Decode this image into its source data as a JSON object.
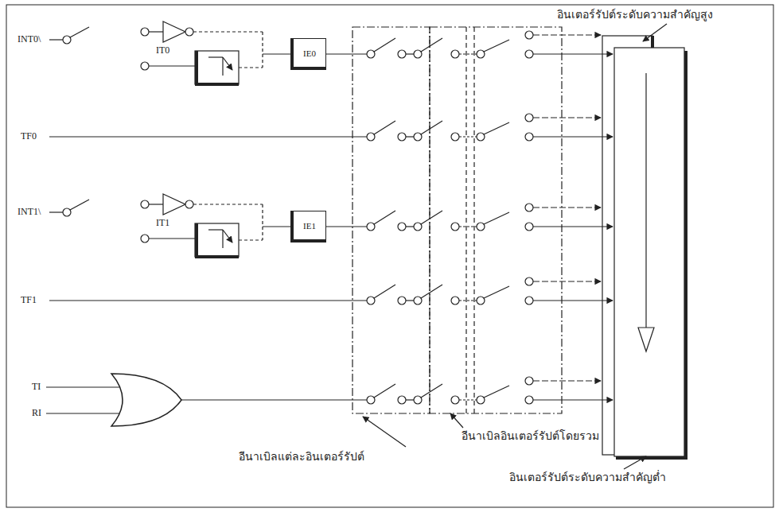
{
  "diagram": {
    "nodes": [
      {
        "text": [
          "IE0"
        ]
      },
      {
        "text": [
          "IE1"
        ]
      }
    ],
    "edges": [],
    "labels": [
      "อินเตอร์รัปต์ระดับความสำคัญสูง",
      "INT0\\",
      "IT0",
      "TF0",
      "INT1\\",
      "IT1",
      "TF1",
      "TI",
      "RI",
      "อีนาเบิลอินเตอร์รัปต์โดยรวม",
      "อีนาเบิลแต่ละอินเตอร์รัปต์",
      "อินเตอร์รัปต์ระดับความสำคัญต่ำ"
    ]
  }
}
